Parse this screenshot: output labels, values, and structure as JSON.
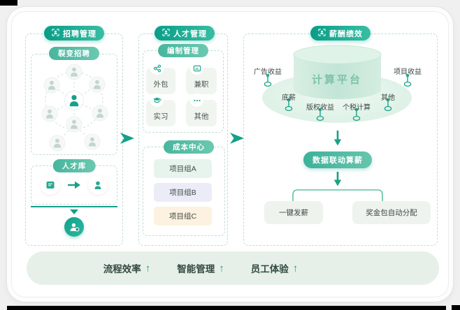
{
  "panels": {
    "recruitment": {
      "title": "招聘管理",
      "fission": {
        "title": "裂变招聘"
      },
      "talent_pool": {
        "title": "人才库"
      }
    },
    "talent": {
      "title": "人才管理",
      "staffing": {
        "title": "编制管理",
        "items": [
          {
            "label": "外包",
            "icon": "share-icon"
          },
          {
            "label": "兼职",
            "icon": "id-badge-icon"
          },
          {
            "label": "实习",
            "icon": "graduation-cap-icon"
          },
          {
            "label": "其他",
            "icon": "ellipsis-icon"
          }
        ]
      },
      "cost_center": {
        "title": "成本中心",
        "items": [
          {
            "label": "项目组A",
            "bg": "#e7f4ee"
          },
          {
            "label": "项目组B",
            "bg": "#ebecf7"
          },
          {
            "label": "项目组C",
            "bg": "#fdf2e1"
          }
        ]
      }
    },
    "payroll": {
      "title": "薪酬绩效",
      "platform": {
        "label": "计算平台",
        "sources": [
          "广告收益",
          "项目收益",
          "底薪",
          "其他",
          "版权收益",
          "个税计算"
        ]
      },
      "process_pill": "数据联动算薪",
      "outputs": [
        {
          "label": "一键发薪"
        },
        {
          "label": "奖金包自动分配"
        }
      ]
    }
  },
  "footer": {
    "items": [
      {
        "label": "流程效率"
      },
      {
        "label": "智能管理"
      },
      {
        "label": "员工体验"
      }
    ],
    "up_arrow": "↑"
  },
  "colors": {
    "accent_teal": "#14a08a",
    "header_pill_gradient": [
      "#089d87",
      "#38bea3"
    ],
    "sub_pill_gradient": [
      "#47b69c",
      "#6cc8b1"
    ],
    "dashed_border": "#c2ded5",
    "card_bg": "#f1f5f0",
    "output_box_bg": "#eef3ee",
    "footer_bar_bg": "#e6f0e9",
    "cylinder_text": "#7cc3a9",
    "cost_item_bg": [
      "#e7f4ee",
      "#ebecf7",
      "#fdf2e1"
    ]
  }
}
